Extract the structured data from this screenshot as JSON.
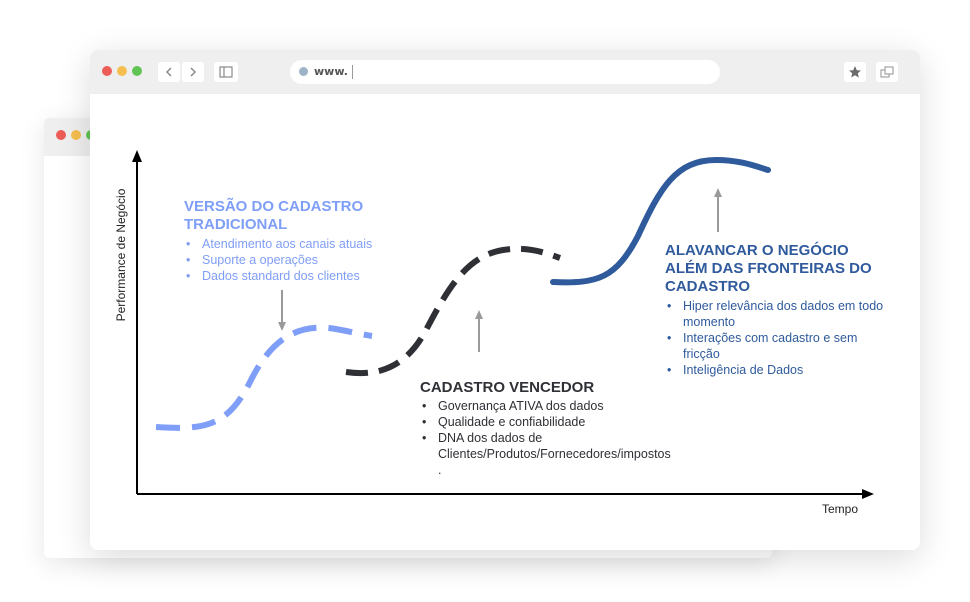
{
  "browser": {
    "url": "www.",
    "nav_back_icon": "chevron-left-icon",
    "nav_forward_icon": "chevron-right-icon",
    "sidebar_icon": "sidebar-icon",
    "bookmark_icon": "star-icon",
    "window_icon": "windows-icon"
  },
  "colors": {
    "traditional": "#7f9ef7",
    "vencedor": "#2f3036",
    "alavancar": "#2f5a9c"
  },
  "axes": {
    "y_label": "Performance de Negócio",
    "x_label": "Tempo"
  },
  "sections": {
    "traditional": {
      "title_line1": "VERSÃO DO CADASTRO",
      "title_line2": "TRADICIONAL",
      "bullets": [
        "Atendimento aos canais atuais",
        "Suporte a operações",
        "Dados standard dos clientes"
      ]
    },
    "vencedor": {
      "title": "CADASTRO VENCEDOR",
      "bullets": [
        "Governança ATIVA dos dados",
        "Qualidade e confiabilidade",
        "DNA dos dados de"
      ],
      "continuation": "Clientes/Produtos/Fornecedores/impostos",
      "trailing": "."
    },
    "alavancar": {
      "title_line1": "ALAVANCAR O NEGÓCIO",
      "title_line2": "ALÉM DAS FRONTEIRAS DO",
      "title_line3": "CADASTRO",
      "bullets": [
        {
          "line1": "Hiper relevância dos dados em todo",
          "line2": "momento"
        },
        {
          "line1": "Interações com cadastro e sem",
          "line2": "fricção"
        },
        {
          "line1": "Inteligência de Dados",
          "line2": ""
        }
      ]
    }
  }
}
